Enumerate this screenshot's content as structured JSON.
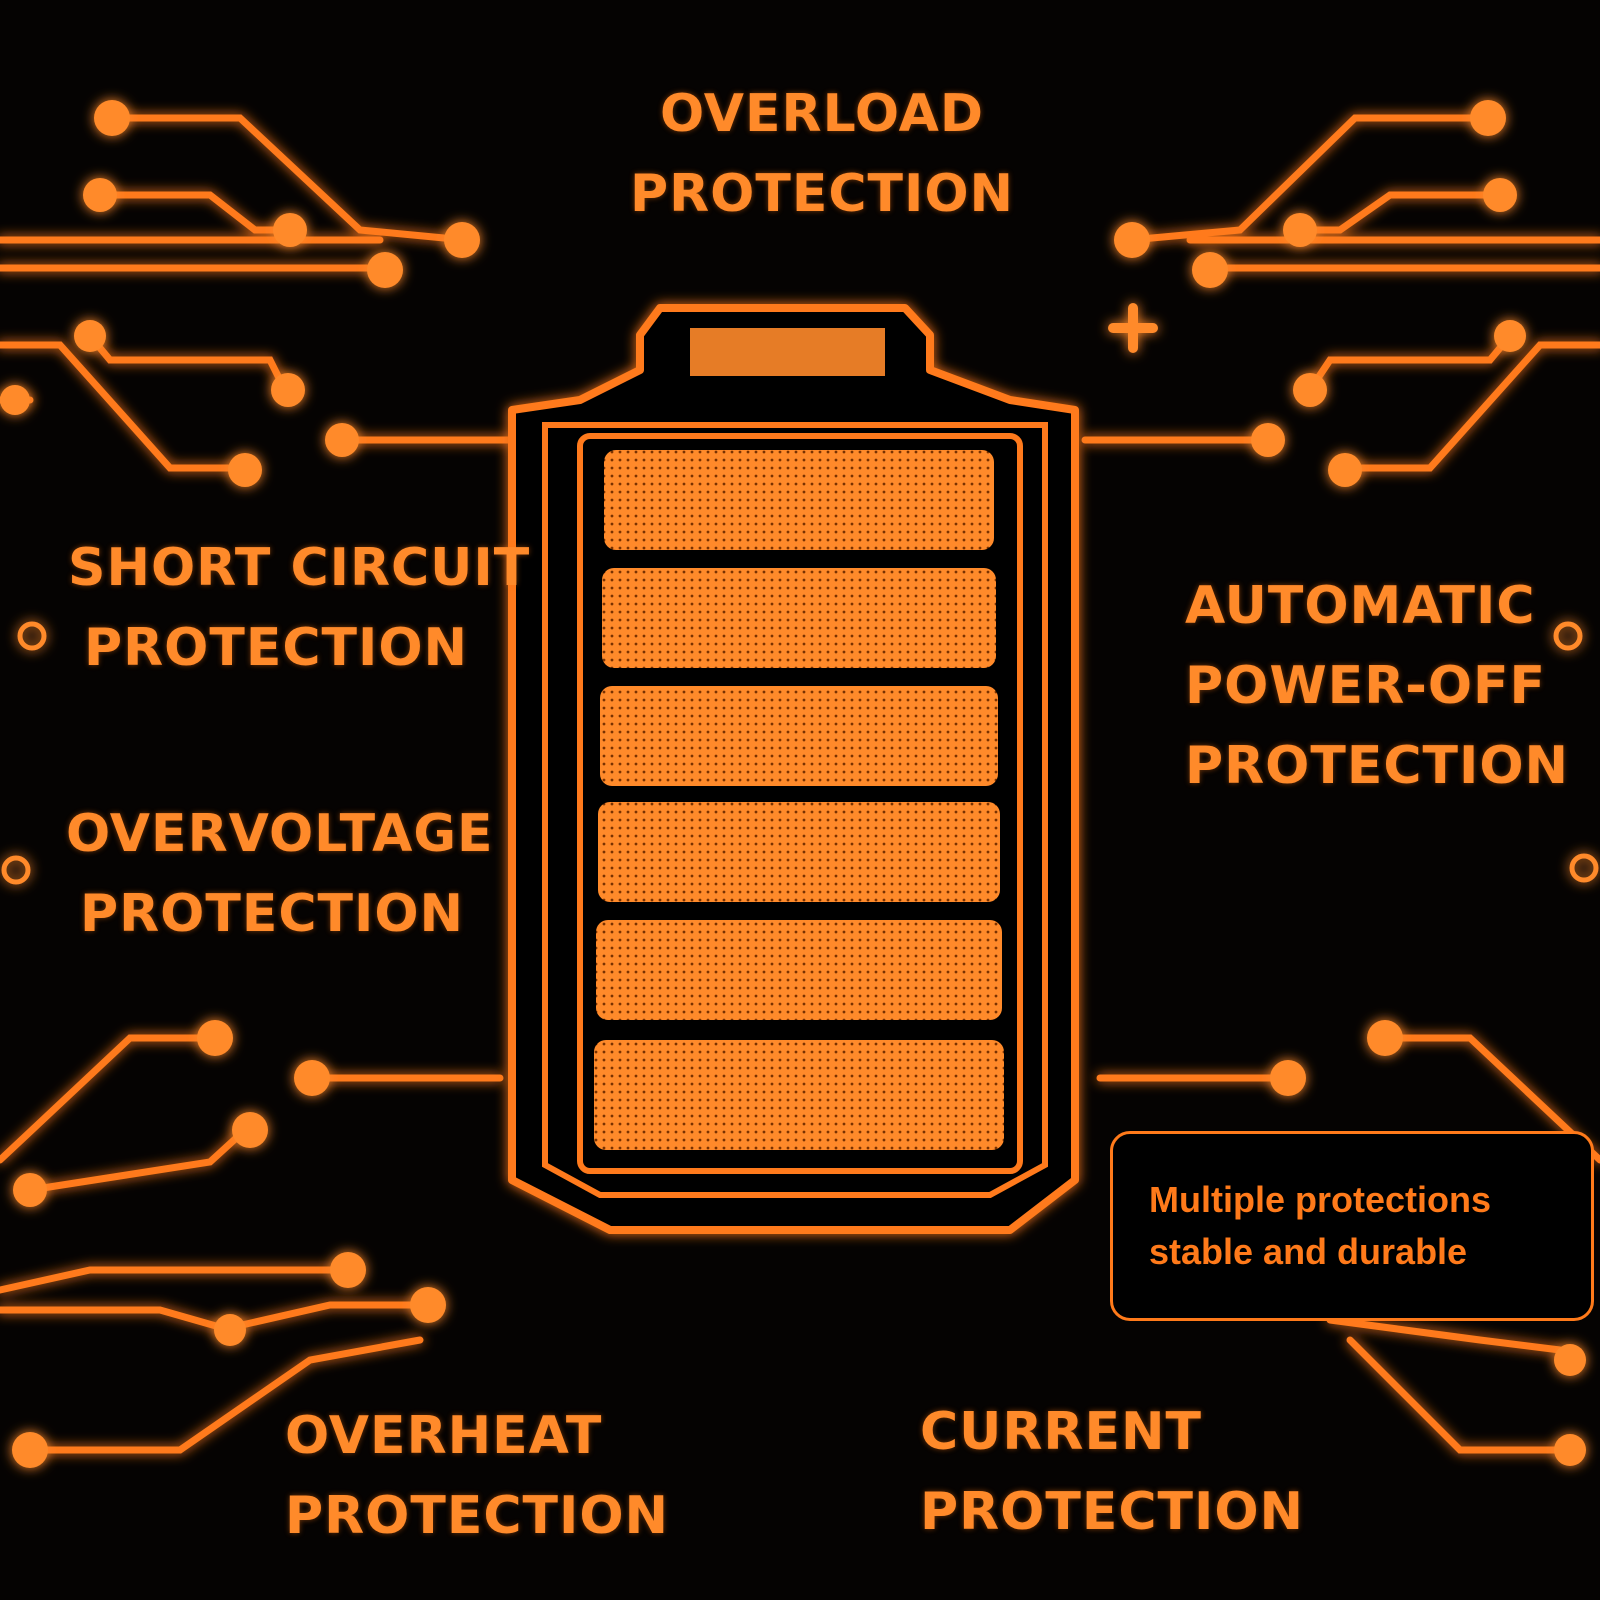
{
  "labels": {
    "overload": [
      "OVERLOAD",
      "PROTECTION"
    ],
    "short_circuit": [
      "SHORT CIRCUIT",
      "PROTECTION"
    ],
    "automatic_power_off": [
      "AUTOMATIC",
      "POWER-OFF",
      "PROTECTION"
    ],
    "overvoltage": [
      "OVERVOLTAGE",
      "PROTECTION"
    ],
    "overheat": [
      "OVERHEAT",
      "PROTECTION"
    ],
    "current": [
      "CURRENT",
      "PROTECTION"
    ]
  },
  "callout": {
    "line1": "Multiple protections",
    "line2": "stable and durable"
  },
  "battery": {
    "plus_sign": "+",
    "level_bars": 6
  },
  "colors": {
    "accent": "#ff8a2a",
    "background": "#050302"
  }
}
